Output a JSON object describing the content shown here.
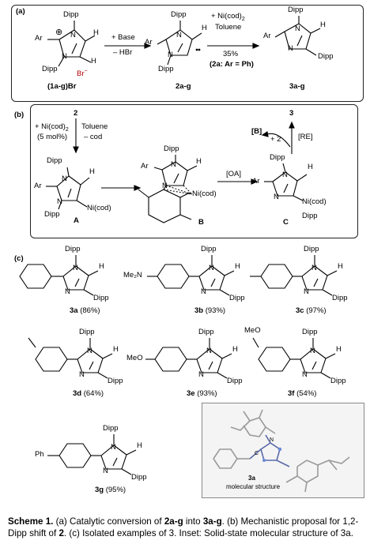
{
  "panel_a": {
    "tag": "(a)",
    "reactant_label": "(1a-g)Br",
    "bromide": "Br",
    "bromide_sup": "−",
    "reagent1_top": "+ Base",
    "reagent1_bottom": "– HBr",
    "intermediate_label": "2a-g",
    "reagent2_top": "+ Ni(cod)",
    "reagent2_top_sub": "2",
    "reagent2_mid": "Toluene",
    "reagent2_pct": "35%",
    "reagent2_note": "(2a: Ar = Ph)",
    "product_label": "3a-g",
    "dipp": "Dipp",
    "ar": "Ar",
    "h": "H",
    "n": "N",
    "plus": "⊕"
  },
  "panel_b": {
    "tag": "(b)",
    "start": "2",
    "cat_line1": "+ Ni(cod)",
    "cat_sub": "2",
    "cat_line2": "(5 mol%)",
    "solvent": "Toluene",
    "minus_cod": "– cod",
    "label_A": "A",
    "label_B": "B",
    "label_C": "C",
    "oa": "[OA]",
    "re": "[RE]",
    "b_bracket": "[B]",
    "plus2": "+ 2",
    "product": "3",
    "nicod": "Ni(cod)",
    "ni": "Ni",
    "cod": "(cod)"
  },
  "panel_c": {
    "tag": "(c)",
    "compounds": [
      {
        "id": "3a",
        "yield": "(86%)",
        "sub": ""
      },
      {
        "id": "3b",
        "yield": "(93%)",
        "sub": "Me₂N"
      },
      {
        "id": "3c",
        "yield": "(97%)",
        "sub": ""
      },
      {
        "id": "3d",
        "yield": "(64%)",
        "sub": ""
      },
      {
        "id": "3e",
        "yield": "(93%)",
        "sub": "MeO"
      },
      {
        "id": "3f",
        "yield": "(54%)",
        "sub": "MeO"
      },
      {
        "id": "3g",
        "yield": "(95%)",
        "sub": "Ph"
      }
    ],
    "inset_id": "3a",
    "inset_caption": "molecular structure",
    "inset_c": "C",
    "inset_n": "N"
  },
  "caption": {
    "scheme": "Scheme 1.",
    "t1": " (a) Catalytic conversion of ",
    "b1": "2a-g",
    "t2": " into ",
    "b2": "3a-g",
    "t3": ". (b) Mechanistic proposal for 1,2-Dipp shift of ",
    "b3": "2",
    "t4": ". (c) Isolated examples of 3. Inset: Solid-state molecular structure of 3a."
  }
}
